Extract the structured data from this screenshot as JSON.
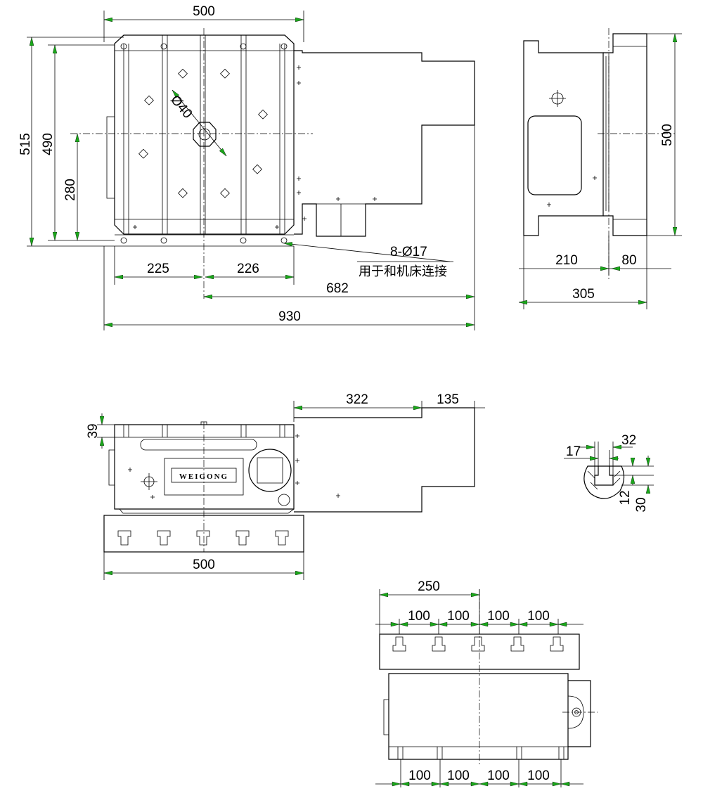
{
  "dims": {
    "top_width": "500",
    "total_height": "515",
    "inner_height": "490",
    "center_height": "280",
    "bore_dia": "Ø40",
    "hole_note": "8-Ø17",
    "hole_note_desc": "用于和机床连接",
    "bottom_left": "225",
    "bottom_right": "226",
    "span_682": "682",
    "total_930": "930",
    "side_height": "500",
    "side_210": "210",
    "side_80": "80",
    "side_305": "305",
    "front_39": "39",
    "front_322": "322",
    "front_135": "135",
    "front_width": "500",
    "tslot_17": "17",
    "tslot_32": "32",
    "tslot_12": "12",
    "tslot_30": "30",
    "plan_250": "250",
    "pitch_top": [
      "100",
      "100",
      "100",
      "100"
    ],
    "pitch_bottom": [
      "100",
      "100",
      "100",
      "100"
    ]
  },
  "brand_plate": "WEIGONG",
  "colors": {
    "line": "#000000",
    "arrow": "#1aa81a",
    "background": "#ffffff"
  }
}
